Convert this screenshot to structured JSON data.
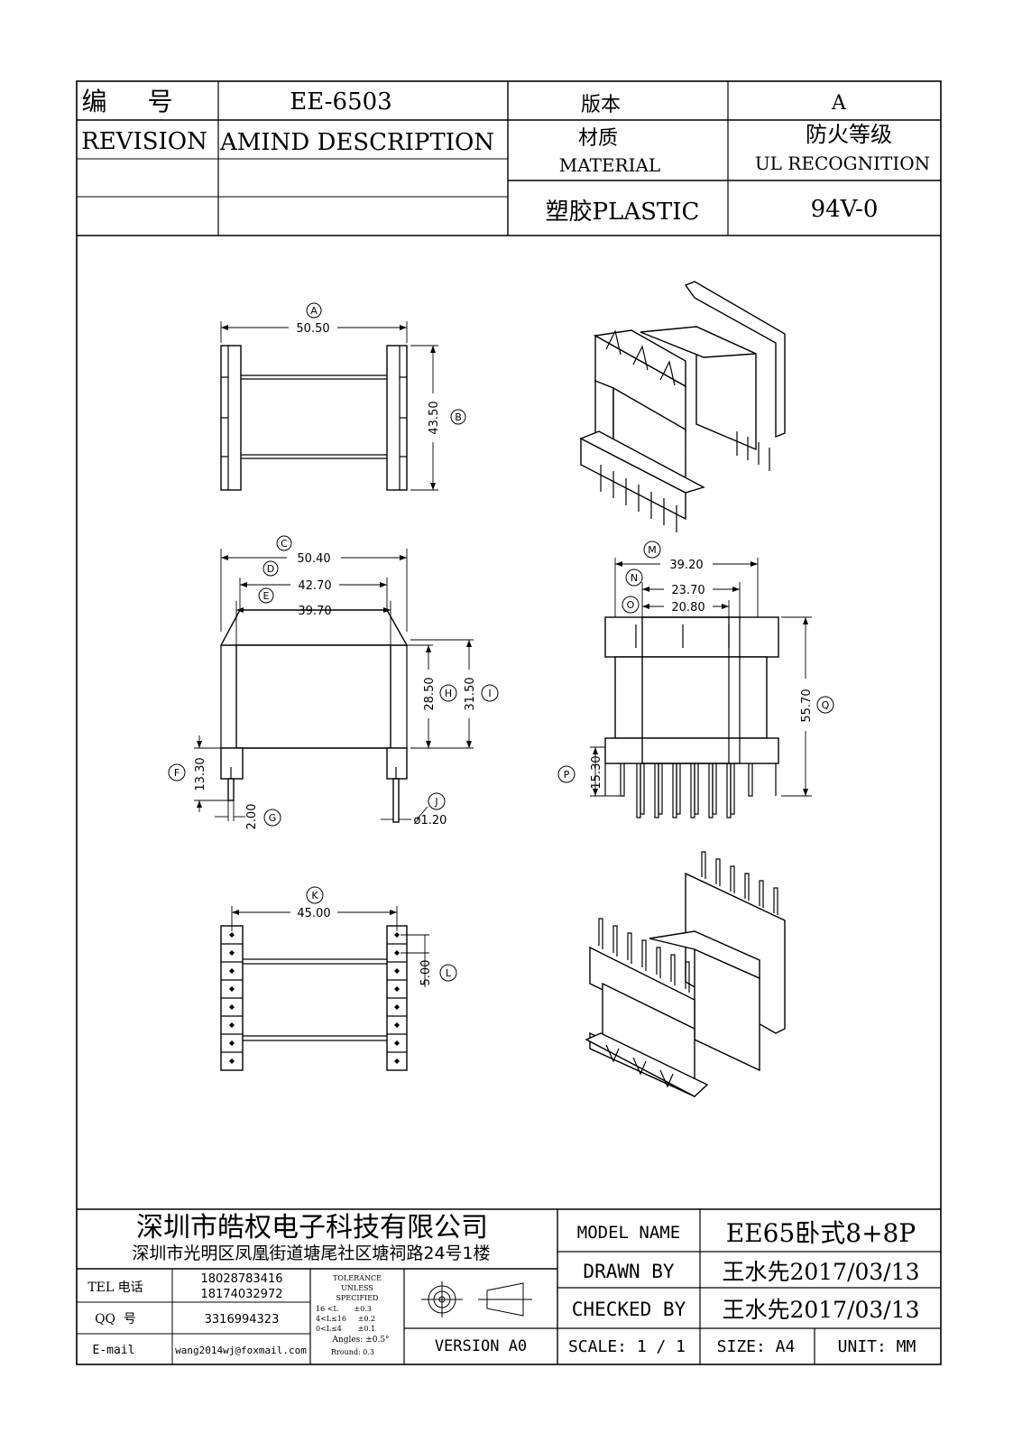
{
  "header": {
    "code_label": "编 号",
    "code_value": "EE-6503",
    "version_label": "版本",
    "version_value": "A",
    "revision_label": "REVISION",
    "amend_label": "AMIND DESCRIPTION",
    "material_label_cn": "材质",
    "material_label_en": "MATERIAL",
    "ul_label_cn": "防火等级",
    "ul_label_en": "UL RECOGNITION",
    "material_value": "塑胶PLASTIC",
    "ul_value": "94V-0"
  },
  "drawing": {
    "dims": {
      "A": "50.50",
      "B": "43.50",
      "C": "50.40",
      "D": "42.70",
      "E": "39.70",
      "F": "13.30",
      "G": "2.00",
      "H": "28.50",
      "I": "31.50",
      "J": "ø1.20",
      "K": "45.00",
      "L": "5.00",
      "M": "39.20",
      "N": "23.70",
      "O": "20.80",
      "P": "15.30",
      "Q": "55.70"
    },
    "callouts": {
      "A": "A",
      "B": "B",
      "C": "C",
      "D": "D",
      "E": "E",
      "F": "F",
      "G": "G",
      "H": "H",
      "I": "I",
      "J": "J",
      "K": "K",
      "L": "L",
      "M": "M",
      "N": "N",
      "O": "O",
      "P": "P",
      "Q": "Q"
    }
  },
  "title_block": {
    "company": "深圳市皓权电子科技有限公司",
    "address": "深圳市光明区凤凰街道塘尾社区塘祠路24号1楼",
    "tel_label": "TEL 电话",
    "tel_1": "18028783416",
    "tel_2": "18174032972",
    "qq_label": "QQ  号",
    "qq_value": "3316994323",
    "email_label": "E-mail",
    "email_value": "wang2014wj@foxmail.com",
    "tolerance_title_1": "TOLERANCE",
    "tolerance_title_2": "UNLESS",
    "tolerance_title_3": "SPECIFIED",
    "tol_row1": "16 <L       ±0.3",
    "tol_row2": "4<L≤16     ±0.2",
    "tol_row3": "0<L≤4       ±0.1",
    "tol_angles": "Angles: ±0.5°",
    "tol_round": "Rround: 0.3",
    "version_text": "VERSION A0",
    "model_label": "MODEL NAME",
    "model_value": "EE65卧式8+8P",
    "drawn_label": "DRAWN BY",
    "drawn_value": "王水先2017/03/13",
    "checked_label": "CHECKED BY",
    "checked_value": "王水先2017/03/13",
    "scale_text": "SCALE: 1 / 1",
    "size_text": "SIZE: A4",
    "unit_text": "UNIT: MM"
  }
}
